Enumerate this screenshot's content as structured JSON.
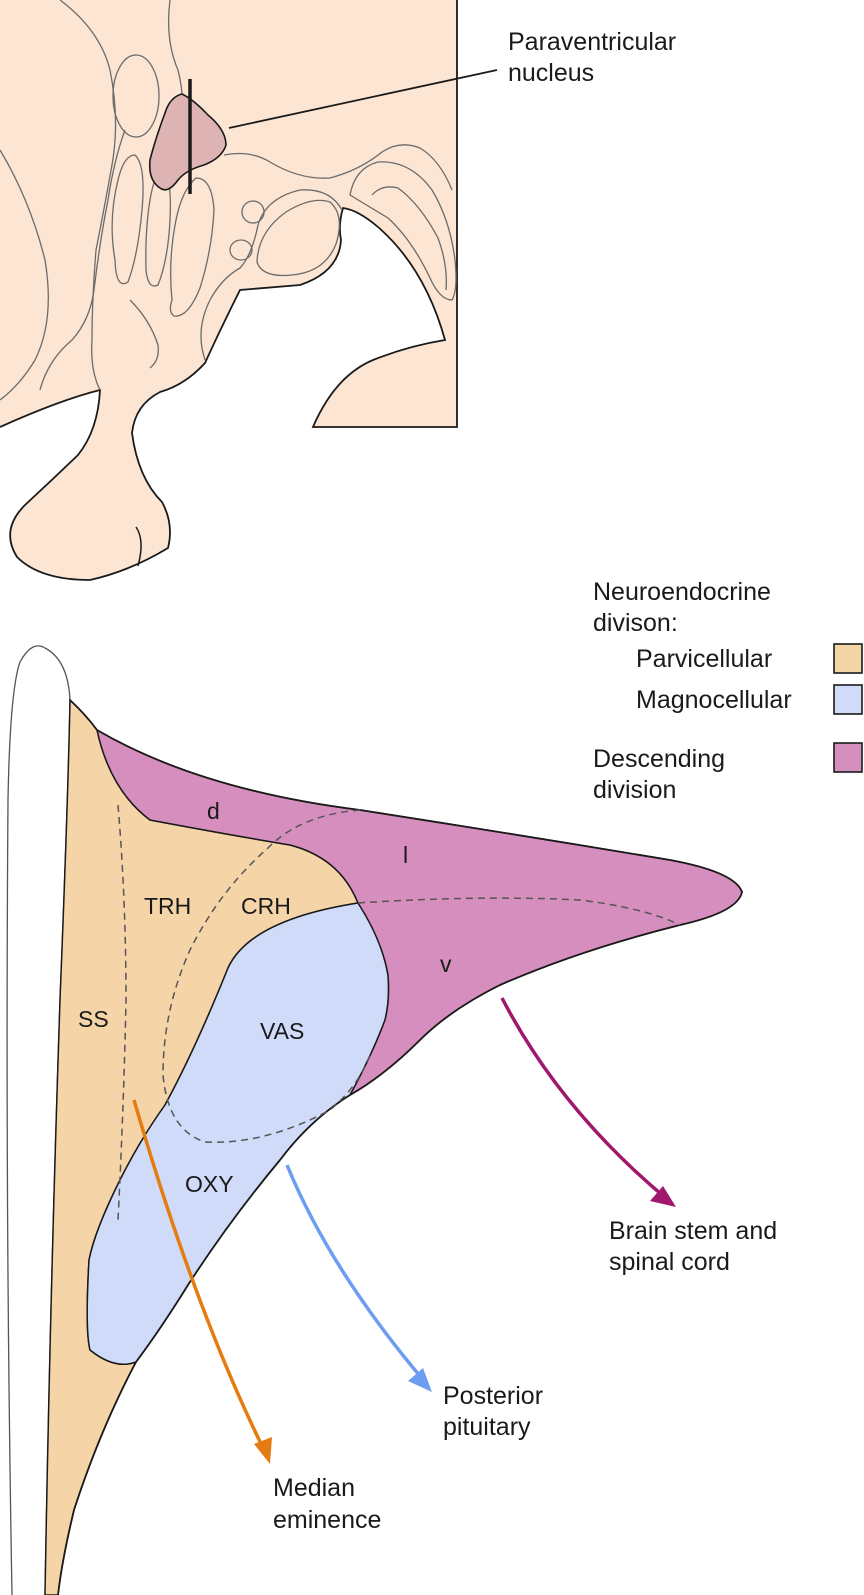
{
  "top_panel": {
    "callout": [
      "Paraventricular",
      "nucleus"
    ]
  },
  "legend": {
    "heading": [
      "Neuroendocrine",
      "divison:"
    ],
    "items": [
      {
        "label": "Parvicellular",
        "color": "#f5d4a8"
      },
      {
        "label": "Magnocellular",
        "color": "#cfdbf8"
      }
    ],
    "descending": {
      "label": [
        "Descending",
        "division"
      ],
      "color": "#d68ebe"
    }
  },
  "regions": {
    "d": "d",
    "l": "l",
    "v": "v",
    "trh": "TRH",
    "crh": "CRH",
    "ss": "SS",
    "vas": "VAS",
    "oxy": "OXY"
  },
  "projections": {
    "brainstem": {
      "label": [
        "Brain stem and",
        "spinal cord"
      ],
      "color": "#a0176e"
    },
    "posterior": {
      "label": [
        "Posterior",
        "pituitary"
      ],
      "color": "#6d9cf2"
    },
    "median": {
      "label": [
        "Median",
        "eminence"
      ],
      "color": "#e57c11"
    }
  },
  "colors": {
    "tissue": "#fce5d3",
    "pvn_highlight": "#deb3b4"
  }
}
